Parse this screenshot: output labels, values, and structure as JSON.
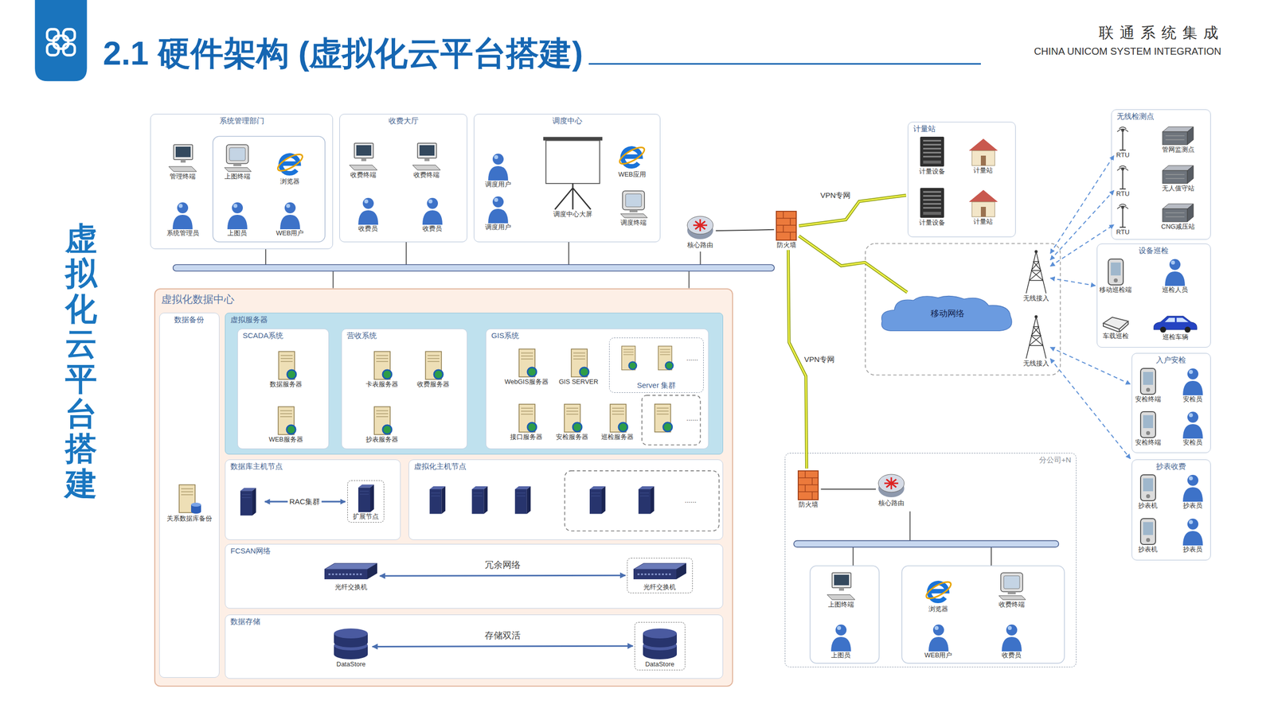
{
  "diagram": {
    "title": "2.1 硬件架构 (虚拟化云平台搭建)",
    "nodes": [
      {
        "text": [
          "系统管理部门"
        ]
      },
      {
        "text": [
          "管理终端"
        ],
        "in": 0
      },
      {
        "text": [
          "上图终端"
        ],
        "in": 0
      },
      {
        "text": [
          "浏览器"
        ],
        "in": 0
      },
      {
        "text": [
          "系统管理员"
        ],
        "in": 0
      },
      {
        "text": [
          "上图员"
        ],
        "in": 0
      },
      {
        "text": [
          "WEB用户"
        ],
        "in": 0
      },
      {
        "text": [
          "收费大厅"
        ]
      },
      {
        "text": [
          "收费终端"
        ],
        "in": 7
      },
      {
        "text": [
          "收费终端"
        ],
        "in": 7
      },
      {
        "text": [
          "收费员"
        ],
        "in": 7
      },
      {
        "text": [
          "收费员"
        ],
        "in": 7
      },
      {
        "text": [
          "调度中心"
        ]
      },
      {
        "text": [
          "调度用户"
        ],
        "in": 12
      },
      {
        "text": [
          "调度用户"
        ],
        "in": 12
      },
      {
        "text": [
          "调度中心大屏"
        ],
        "in": 12
      },
      {
        "text": [
          "WEB应用"
        ],
        "in": 12
      },
      {
        "text": [
          "调度终端"
        ],
        "in": 12
      },
      {
        "text": [
          "核心路由"
        ]
      },
      {
        "text": [
          "防火墙"
        ]
      },
      {
        "text": [
          "计量站"
        ]
      },
      {
        "text": [
          "计量设备"
        ],
        "in": 20
      },
      {
        "text": [
          "计量站"
        ],
        "in": 20
      },
      {
        "text": [
          "计量设备"
        ],
        "in": 20
      },
      {
        "text": [
          "计量站"
        ],
        "in": 20
      },
      {
        "text": [
          "移动网络"
        ]
      },
      {
        "text": [
          "无线接入"
        ]
      },
      {
        "text": [
          "无线接入"
        ]
      },
      {
        "text": [
          "无线检测点"
        ]
      },
      {
        "text": [
          "RTU"
        ],
        "in": 28
      },
      {
        "text": [
          "管网监测点"
        ],
        "in": 28
      },
      {
        "text": [
          "RTU"
        ],
        "in": 28
      },
      {
        "text": [
          "无人值守站"
        ],
        "in": 28
      },
      {
        "text": [
          "RTU"
        ],
        "in": 28
      },
      {
        "text": [
          "CNG减压站"
        ],
        "in": 28
      },
      {
        "text": [
          "设备巡检"
        ]
      },
      {
        "text": [
          "移动巡检端"
        ],
        "in": 35
      },
      {
        "text": [
          "巡检人员"
        ],
        "in": 35
      },
      {
        "text": [
          "车载巡检"
        ],
        "in": 35
      },
      {
        "text": [
          "巡检车辆"
        ],
        "in": 35
      },
      {
        "text": [
          "入户安检"
        ]
      },
      {
        "text": [
          "安检终端"
        ],
        "in": 40
      },
      {
        "text": [
          "安检员"
        ],
        "in": 40
      },
      {
        "text": [
          "安检终端"
        ],
        "in": 40
      },
      {
        "text": [
          "安检员"
        ],
        "in": 40
      },
      {
        "text": [
          "抄表收费"
        ]
      },
      {
        "text": [
          "抄表机"
        ],
        "in": 45
      },
      {
        "text": [
          "抄表员"
        ],
        "in": 45
      },
      {
        "text": [
          "抄表机"
        ],
        "in": 45
      },
      {
        "text": [
          "抄表员"
        ],
        "in": 45
      },
      {
        "text": [
          "虚拟化数据中心"
        ]
      },
      {
        "text": [
          "数据备份"
        ],
        "in": 50
      },
      {
        "text": [
          "关系数据库备份"
        ],
        "in": 51
      },
      {
        "text": [
          "虚拟服务器"
        ],
        "in": 50
      },
      {
        "text": [
          "SCADA系统"
        ],
        "in": 53
      },
      {
        "text": [
          "数据服务器"
        ],
        "in": 54
      },
      {
        "text": [
          "WEB服务器"
        ],
        "in": 54
      },
      {
        "text": [
          "营收系统"
        ],
        "in": 53
      },
      {
        "text": [
          "卡表服务器"
        ],
        "in": 57
      },
      {
        "text": [
          "收费服务器"
        ],
        "in": 57
      },
      {
        "text": [
          "抄表服务器"
        ],
        "in": 57
      },
      {
        "text": [
          "GIS系统"
        ],
        "in": 53
      },
      {
        "text": [
          "WebGIS服务器"
        ],
        "in": 61
      },
      {
        "text": [
          "GIS SERVER"
        ],
        "in": 61
      },
      {
        "text": [
          "Server 集群"
        ],
        "in": 61
      },
      {
        "text": [
          "接口服务器"
        ],
        "in": 61
      },
      {
        "text": [
          "安检服务器"
        ],
        "in": 61
      },
      {
        "text": [
          "巡检服务器"
        ],
        "in": 61
      },
      {
        "text": [
          "数据库主机节点"
        ],
        "in": 50
      },
      {
        "text": [
          "扩展节点"
        ],
        "in": 68
      },
      {
        "text": [
          "虚拟化主机节点"
        ],
        "in": 50
      },
      {
        "text": [
          "FCSAN网络"
        ],
        "in": 50
      },
      {
        "text": [
          "光纤交换机"
        ],
        "in": 71
      },
      {
        "text": [
          "光纤交换机"
        ],
        "in": 71
      },
      {
        "text": [
          "数据存储"
        ],
        "in": 50
      },
      {
        "text": [
          "DataStore"
        ],
        "in": 74
      },
      {
        "text": [
          "DataStore"
        ],
        "in": 74
      },
      {
        "text": [
          "分公司+N"
        ]
      },
      {
        "text": [
          "防火墙"
        ],
        "in": 77
      },
      {
        "text": [
          "核心路由"
        ],
        "in": 77
      },
      {
        "text": [
          "上图终端"
        ],
        "in": 77
      },
      {
        "text": [
          "上图员"
        ],
        "in": 77
      },
      {
        "text": [
          "浏览器"
        ],
        "in": 77
      },
      {
        "text": [
          "WEB用户"
        ],
        "in": 77
      },
      {
        "text": [
          "收费终端"
        ],
        "in": 77
      },
      {
        "text": [
          "收费员"
        ],
        "in": 77
      }
    ],
    "edges": [
      {
        "from": 18,
        "to": 19,
        "arrow": "none"
      },
      {
        "from": 19,
        "to": 20,
        "arrow": "none",
        "label": "VPN专网"
      },
      {
        "from": 19,
        "to": 25,
        "arrow": "none"
      },
      {
        "from": 19,
        "to": 78,
        "arrow": "none",
        "label": "VPN专网"
      },
      {
        "from": 78,
        "to": 79,
        "arrow": "none"
      },
      {
        "from": 26,
        "to": 29,
        "arrow": "both"
      },
      {
        "from": 26,
        "to": 31,
        "arrow": "both"
      },
      {
        "from": 26,
        "to": 33,
        "arrow": "both"
      },
      {
        "from": 26,
        "to": 35,
        "arrow": "both"
      },
      {
        "from": 27,
        "to": 40,
        "arrow": "both"
      },
      {
        "from": 27,
        "to": 45,
        "arrow": "both"
      },
      {
        "from": 72,
        "to": 73,
        "arrow": "both",
        "label": "冗余网络"
      },
      {
        "from": 75,
        "to": 76,
        "arrow": "both",
        "label": "存储双活"
      }
    ],
    "labels": [
      "联通系统集成",
      "CHINA UNICOM SYSTEM INTEGRATION",
      "虚拟化云平台搭建",
      "RAC集群",
      "......",
      "......",
      "......"
    ]
  }
}
